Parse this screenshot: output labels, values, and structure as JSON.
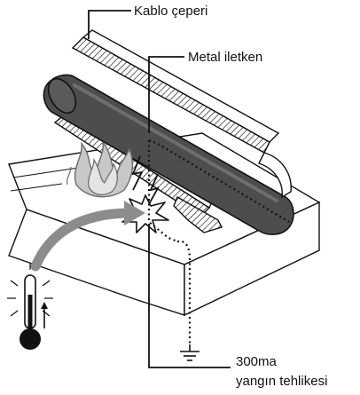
{
  "labels": {
    "sheath": "Kablo çeperi",
    "conductor": "Metal iletken",
    "hazard_line1": "300ma",
    "hazard_line2": "yangın tehlikesi"
  },
  "colors": {
    "outline": "#111111",
    "conductor": "#4d4d4d",
    "conductor_highlight": "#6e6e6e",
    "hatch": "#111111",
    "arrow": "#8c8c8c",
    "flame_fill": "#c8c8c8",
    "flame_outline": "#6a6a6a",
    "thermometer_bulb": "#111111"
  },
  "icons": {
    "thermometer": "thermometer-rising-icon",
    "ground": "ground-symbol-icon",
    "spark": "electric-spark-icon",
    "flame": "flame-icon",
    "heat_arrow": "curved-arrow-icon"
  }
}
